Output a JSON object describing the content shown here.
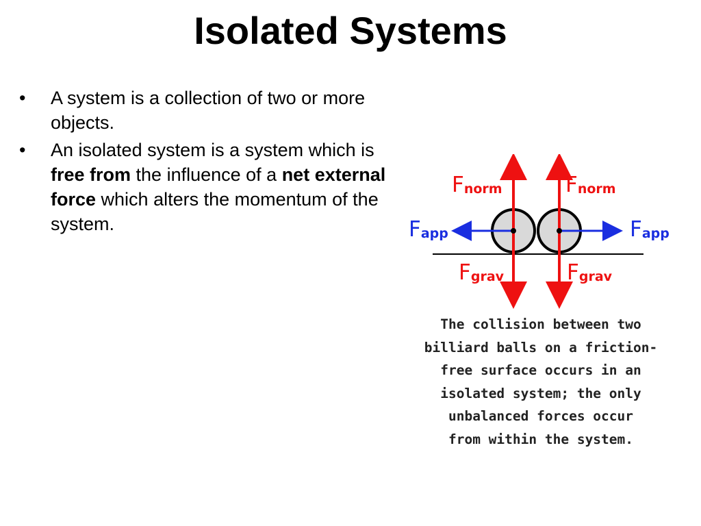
{
  "slide": {
    "title": "Isolated Systems",
    "bullets": [
      {
        "parts": [
          {
            "text": "A system is a collection of two or more objects.",
            "bold": false
          }
        ]
      },
      {
        "parts": [
          {
            "text": "An isolated system is a system which is ",
            "bold": false
          },
          {
            "text": "free from",
            "bold": true
          },
          {
            "text": " the  influence of a ",
            "bold": false
          },
          {
            "text": "net external force",
            "bold": true
          },
          {
            "text": " which alters the momentum of the system.",
            "bold": false
          }
        ]
      }
    ]
  },
  "figure": {
    "labels": {
      "f": "F",
      "norm": "norm",
      "app": "app",
      "grav": "grav"
    },
    "caption_lines": [
      "The collision between two",
      "billiard balls on a friction-",
      "free surface occurs in an",
      "isolated system;  the only",
      "unbalanced forces occur",
      "from within the system."
    ],
    "colors": {
      "vertical_force_arrows": "#ee1111",
      "applied_force_arrows": "#1a2ee0",
      "ball_fill": "#d9d9d9"
    }
  }
}
